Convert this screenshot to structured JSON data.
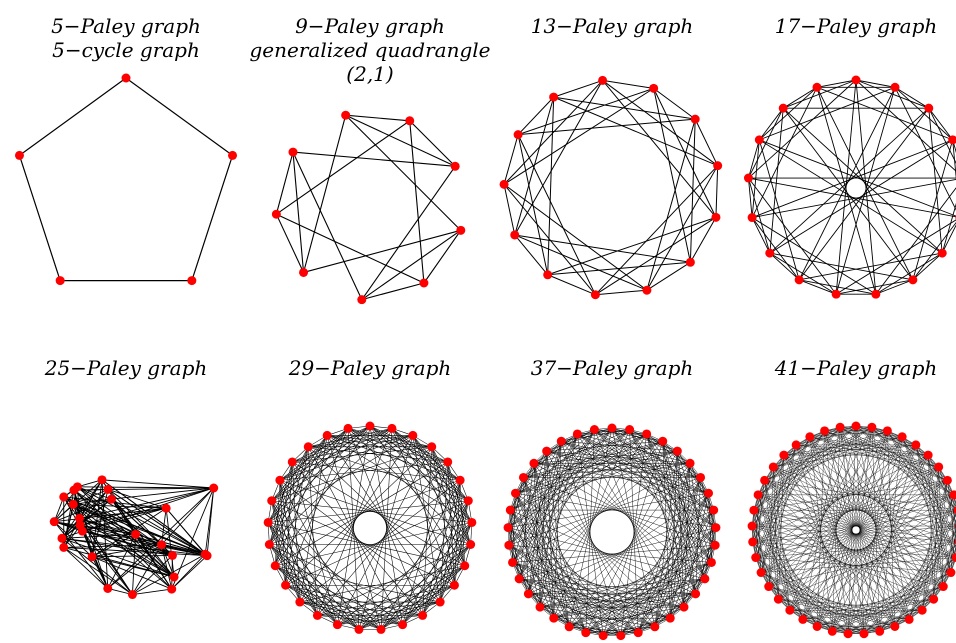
{
  "colors": {
    "background": "#ffffff",
    "edge": "#000000",
    "vertex": "#ff0000"
  },
  "graphs": [
    {
      "key": "p5",
      "title_lines": [
        "5−Paley graph",
        "5−cycle graph"
      ],
      "q": 5
    },
    {
      "key": "p9",
      "title_lines": [
        "9−Paley graph",
        "generalized quadrangle",
        "(2,1)"
      ],
      "q": 9
    },
    {
      "key": "p13",
      "title_lines": [
        "13−Paley graph"
      ],
      "q": 13
    },
    {
      "key": "p17",
      "title_lines": [
        "17−Paley graph"
      ],
      "q": 17
    },
    {
      "key": "p25",
      "title_lines": [
        "25−Paley graph"
      ],
      "q": 25
    },
    {
      "key": "p29",
      "title_lines": [
        "29−Paley graph"
      ],
      "q": 29
    },
    {
      "key": "p37",
      "title_lines": [
        "37−Paley graph"
      ],
      "q": 37
    },
    {
      "key": "p41",
      "title_lines": [
        "41−Paley graph"
      ],
      "q": 41
    }
  ]
}
